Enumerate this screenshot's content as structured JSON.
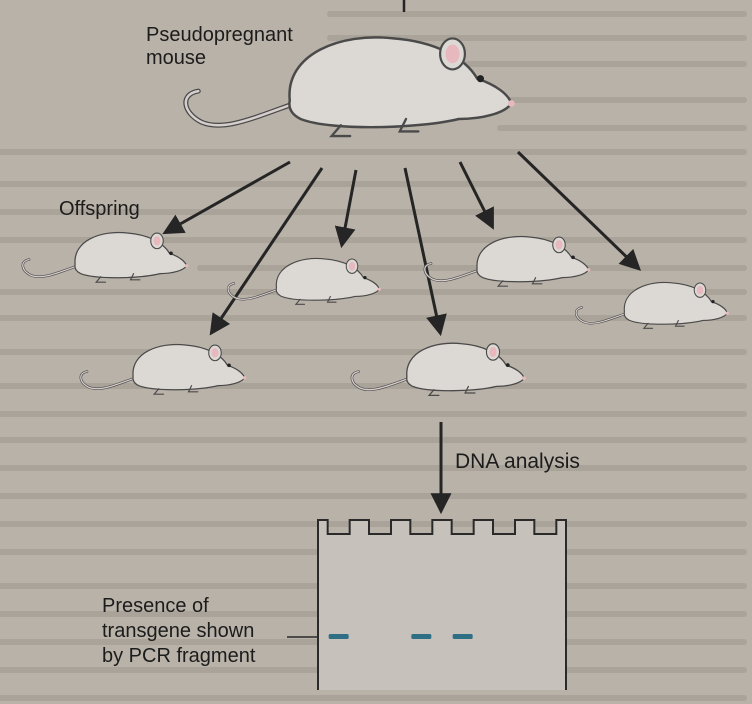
{
  "labels": {
    "mother": "Pseudopregnant\nmouse",
    "offspring": "Offspring",
    "dna_analysis": "DNA analysis",
    "transgene": "Presence of\ntransgene shown\nby PCR fragment"
  },
  "gel": {
    "wells": 6,
    "bands_in_lanes": [
      1,
      3,
      4
    ]
  },
  "colors": {
    "background": "#b9b2a8",
    "mouse_body": "#dcd8d4",
    "mouse_outline": "#4a4a4a",
    "ear_pink": "#e7b8bd",
    "arrow": "#252525",
    "band": "#2f6f86",
    "gel_fill": "#c6c1ba"
  },
  "icons": [
    "mouse-icon",
    "arrow-icon",
    "gel-icon"
  ]
}
